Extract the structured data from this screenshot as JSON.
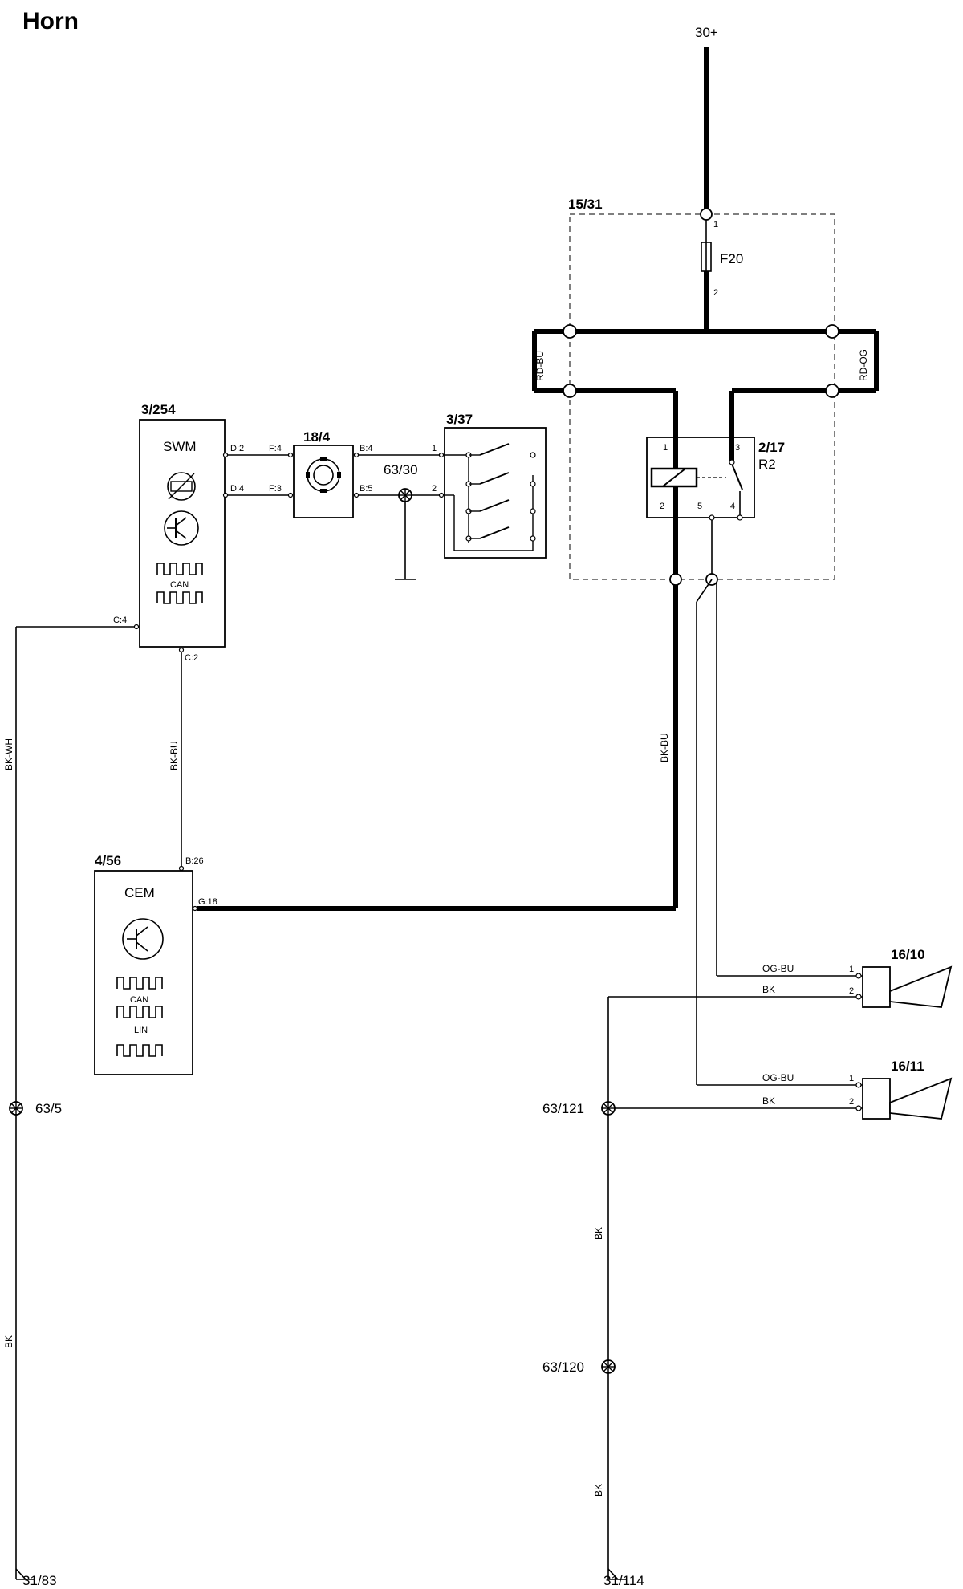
{
  "title": "Horn",
  "supply": "30+",
  "fuse_box": {
    "ref": "15/31",
    "fuse": "F20",
    "pin_in": "1",
    "pin_out": "2",
    "left_wire": "RD-BU",
    "right_wire": "RD-OG"
  },
  "relay": {
    "ref": "2/17",
    "name": "R2",
    "pins": [
      "1",
      "3",
      "2",
      "5",
      "4"
    ]
  },
  "swm": {
    "ref": "3/254",
    "name": "SWM",
    "bus": "CAN",
    "pins": [
      "D:2",
      "D:4",
      "C:4",
      "C:2"
    ]
  },
  "clock_spring": {
    "ref": "18/4",
    "pins": [
      "F:4",
      "F:3",
      "B:4",
      "B:5"
    ]
  },
  "horn_switch": {
    "ref": "3/37",
    "pins": [
      "1",
      "2"
    ]
  },
  "splice_6330": "63/30",
  "cem": {
    "ref": "4/56",
    "name": "CEM",
    "bus1": "CAN",
    "bus2": "LIN",
    "pins": [
      "B:26",
      "G:18"
    ]
  },
  "horn1": {
    "ref": "16/10",
    "pins": [
      "1",
      "2"
    ],
    "wires": [
      "OG-BU",
      "BK"
    ]
  },
  "horn2": {
    "ref": "16/11",
    "pins": [
      "1",
      "2"
    ],
    "wires": [
      "OG-BU",
      "BK"
    ]
  },
  "wires": {
    "swm_ground": "BK-WH",
    "swm_cem": "BK-BU",
    "relay_cem": "BK-BU",
    "ground_left": "BK",
    "ground_right1": "BK",
    "ground_right2": "BK"
  },
  "splices": {
    "s635": "63/5",
    "s63121": "63/121",
    "s63120": "63/120"
  },
  "grounds": {
    "left": "31/83",
    "right": "31/114"
  }
}
